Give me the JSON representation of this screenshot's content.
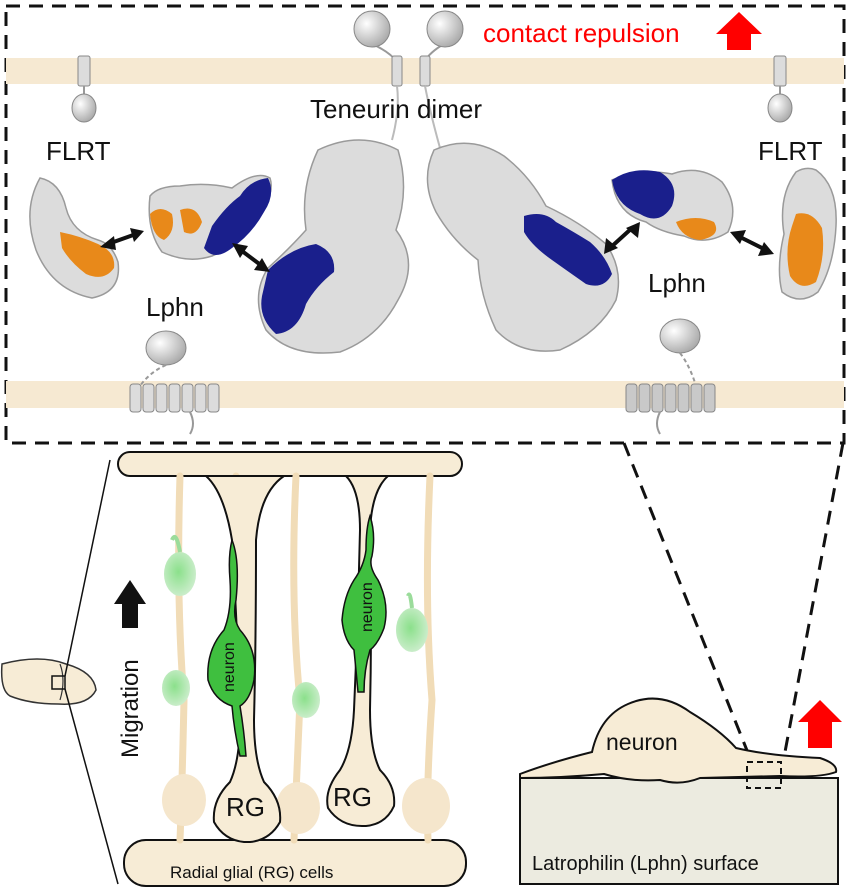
{
  "labels": {
    "contact_repulsion": "contact repulsion",
    "teneurin_dimer": "Teneurin dimer",
    "flrt": "FLRT",
    "lphn": "Lphn",
    "migration": "Migration",
    "neuron": "neuron",
    "rg": "RG",
    "radial_glial_cells": "Radial glial (RG) cells",
    "lphn_surface": "Latrophilin (Lphn) surface"
  },
  "colors": {
    "membrane": "#f6e9d2",
    "cell_fill": "#f7ecd6",
    "protein_grey": "#d9d9d9",
    "lphn_site_blue": "#1a1f8c",
    "flrt_site_orange": "#e8891a",
    "neuron_green": "#3fbf3f",
    "arrow_red": "#ff0000",
    "surface_fill": "#ecebe0"
  },
  "icons": [
    "up-arrow-red",
    "double-headed-arrow",
    "up-arrow-black"
  ]
}
